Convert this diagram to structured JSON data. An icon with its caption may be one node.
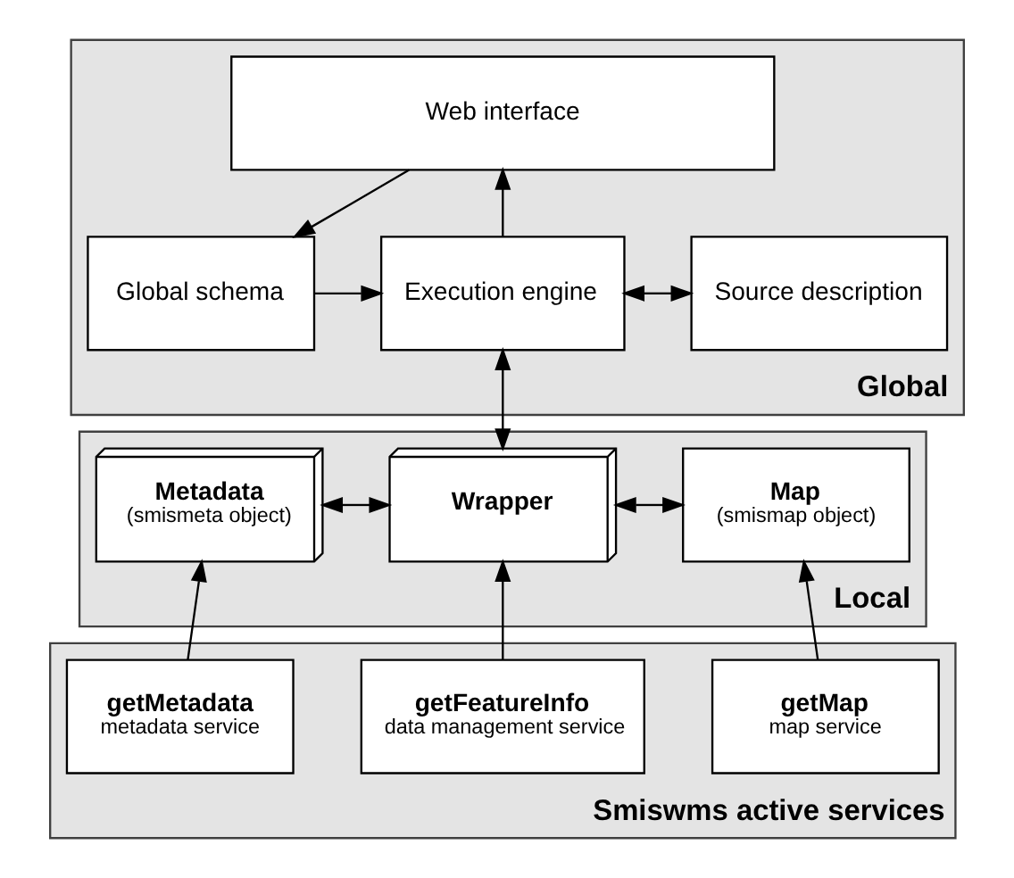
{
  "diagram": {
    "nodes": [
      {
        "text": [
          "Global"
        ]
      },
      {
        "text": [
          "Web interface"
        ],
        "in": 0
      },
      {
        "text": [
          "Global schema"
        ],
        "in": 0
      },
      {
        "text": [
          "Execution engine"
        ],
        "in": 0
      },
      {
        "text": [
          "Source description"
        ],
        "in": 0
      },
      {
        "text": [
          "Local"
        ]
      },
      {
        "text": [
          "Metadata",
          "(smismeta object)"
        ],
        "in": 5
      },
      {
        "text": [
          "Wrapper"
        ],
        "in": 5
      },
      {
        "text": [
          "Map",
          "(smismap object)"
        ],
        "in": 5
      },
      {
        "text": [
          "Smiswms active services"
        ]
      },
      {
        "text": [
          "getMetadata",
          "metadata service"
        ],
        "in": 9
      },
      {
        "text": [
          "getFeatureInfo",
          "data management service"
        ],
        "in": 9
      },
      {
        "text": [
          "getMap",
          "map service"
        ],
        "in": 9
      }
    ],
    "edges": [
      {
        "from": 1,
        "to": 2,
        "arrow": "to"
      },
      {
        "from": 3,
        "to": 1,
        "arrow": "to"
      },
      {
        "from": 2,
        "to": 3,
        "arrow": "to"
      },
      {
        "from": 3,
        "to": 4,
        "arrow": "both"
      },
      {
        "from": 7,
        "to": 3,
        "arrow": "both"
      },
      {
        "from": 6,
        "to": 7,
        "arrow": "both"
      },
      {
        "from": 7,
        "to": 8,
        "arrow": "both"
      },
      {
        "from": 10,
        "to": 6,
        "arrow": "to"
      },
      {
        "from": 11,
        "to": 7,
        "arrow": "to"
      },
      {
        "from": 12,
        "to": 8,
        "arrow": "to"
      }
    ]
  }
}
